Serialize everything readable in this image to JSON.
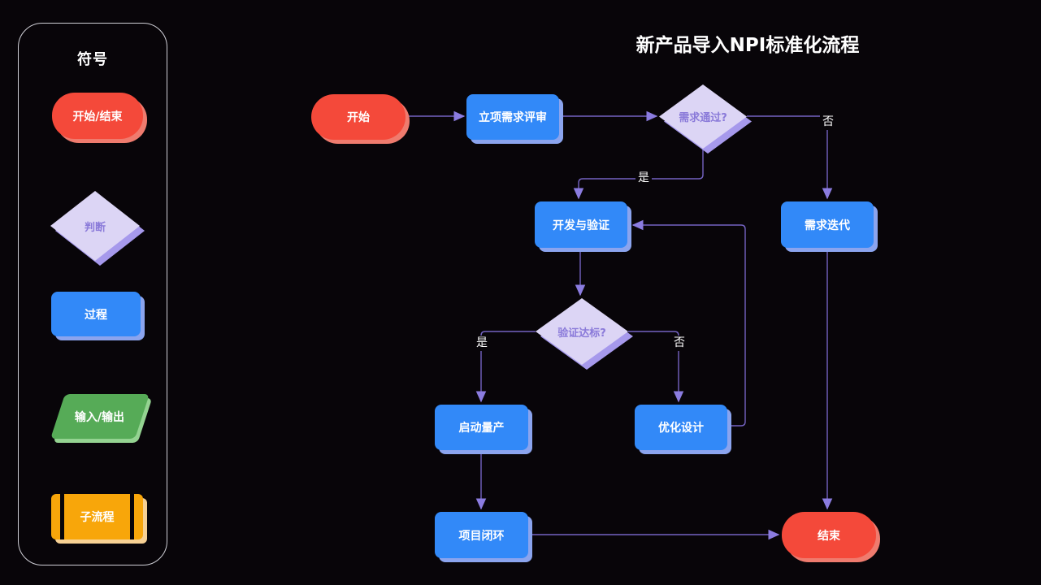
{
  "legend": {
    "title": "符号",
    "items": [
      {
        "label": "开始/结束",
        "type": "terminator",
        "fill": "#f4493a",
        "shadow": "#ef7b6e",
        "text_color": "#ffffff"
      },
      {
        "label": "判断",
        "type": "decision",
        "fill": "#dcd5f5",
        "shadow": "#a699ec",
        "text_color": "#8a7ad9"
      },
      {
        "label": "过程",
        "type": "process",
        "fill": "#3289f8",
        "shadow": "#8ba4ee",
        "text_color": "#ffffff"
      },
      {
        "label": "输入/输出",
        "type": "io",
        "fill": "#56ab57",
        "shadow": "#94d391",
        "text_color": "#ffffff"
      },
      {
        "label": "子流程",
        "type": "subprocess",
        "fill": "#f8a60a",
        "shadow": "#f7d194",
        "text_color": "#ffffff"
      }
    ]
  },
  "flow": {
    "title": "新产品导入NPI标准化流程",
    "nodes": {
      "start": {
        "label": "开始",
        "type": "terminator"
      },
      "review": {
        "label": "立项需求评审",
        "type": "process"
      },
      "pass_check": {
        "label": "需求通过?",
        "type": "decision"
      },
      "iterate": {
        "label": "需求迭代",
        "type": "process"
      },
      "develop": {
        "label": "开发与验证",
        "type": "process"
      },
      "verify_check": {
        "label": "验证达标?",
        "type": "decision"
      },
      "production": {
        "label": "启动量产",
        "type": "process"
      },
      "optimize": {
        "label": "优化设计",
        "type": "process"
      },
      "closure": {
        "label": "项目闭环",
        "type": "process"
      },
      "end": {
        "label": "结束",
        "type": "terminator"
      }
    },
    "edges": [
      {
        "from": "start",
        "to": "review",
        "label": ""
      },
      {
        "from": "review",
        "to": "pass_check",
        "label": ""
      },
      {
        "from": "pass_check",
        "to": "iterate",
        "label": "否"
      },
      {
        "from": "pass_check",
        "to": "develop",
        "label": "是"
      },
      {
        "from": "develop",
        "to": "verify_check",
        "label": ""
      },
      {
        "from": "verify_check",
        "to": "production",
        "label": "是"
      },
      {
        "from": "verify_check",
        "to": "optimize",
        "label": "否"
      },
      {
        "from": "optimize",
        "to": "develop",
        "label": ""
      },
      {
        "from": "production",
        "to": "closure",
        "label": ""
      },
      {
        "from": "closure",
        "to": "end",
        "label": ""
      },
      {
        "from": "iterate",
        "to": "end",
        "label": ""
      }
    ]
  },
  "colors": {
    "background": "#080509",
    "panel_border": "#cfcfd6",
    "edge_line": "#7463c2",
    "edge_arrow": "#8b7ce0",
    "title_text": "#ffffff"
  }
}
